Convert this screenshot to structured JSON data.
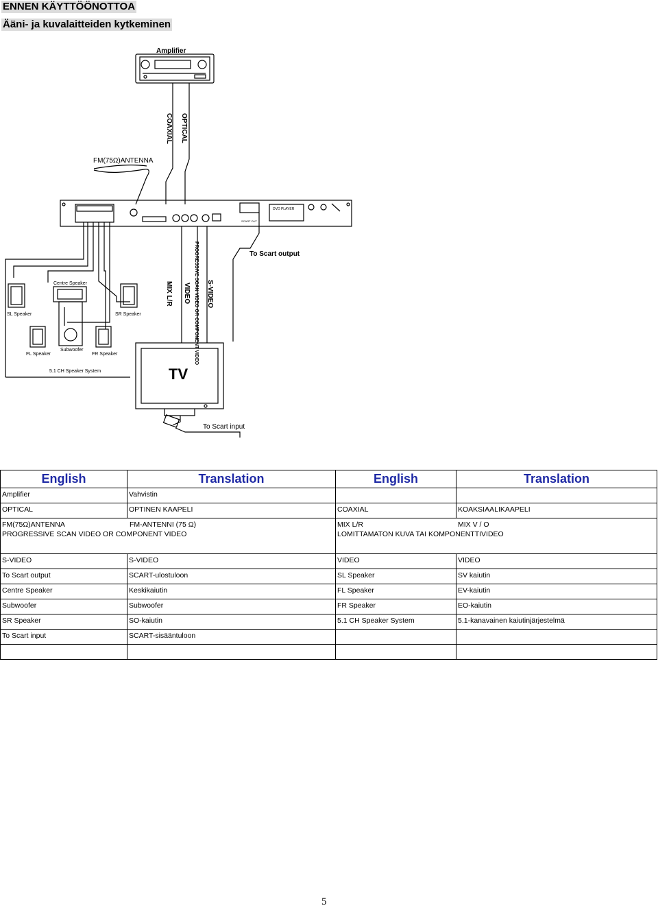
{
  "page": {
    "heading": "ENNEN KÄYTTÖÖNOTTOA",
    "subheading": "Ääni- ja kuvalaitteiden kytkeminen",
    "page_number": "5"
  },
  "diagram": {
    "amplifier": "Amplifier",
    "coaxial": "COAXIAL",
    "optical": "OPTICAL",
    "fm_antenna": "FM(75Ω)ANTENNA",
    "dvd_player": "DVD PLAYER",
    "scart_out_label": "SCART OUT",
    "to_scart_output": "To Scart output",
    "progressive": "PROGRESSIVE SCAN VIDEO OR COMPONENT VIDEO",
    "s_video": "S-VIDEO",
    "video": "VIDEO",
    "mix_lr": "MIX L/R",
    "centre_speaker": "Centre Speaker",
    "sl_speaker": "SL Speaker",
    "sr_speaker": "SR Speaker",
    "fl_speaker": "FL Speaker",
    "fr_speaker": "FR Speaker",
    "subwoofer": "Subwoofer",
    "system": "5.1 CH Speaker System",
    "tv": "TV",
    "to_scart_input": "To Scart input"
  },
  "table": {
    "headers": [
      "English",
      "Translation",
      "English",
      "Translation"
    ],
    "rows": [
      [
        "Amplifier",
        "Vahvistin",
        "",
        ""
      ],
      [
        "OPTICAL",
        "OPTINEN KAAPELI",
        "COAXIAL",
        "KOAKSIAALIKAAPELI"
      ],
      [
        "FM(75Ω)ANTENNA",
        "FM-ANTENNI (75 Ω)",
        "MIX L/R",
        "MIX V / O"
      ],
      [
        "S-VIDEO",
        "S-VIDEO",
        "VIDEO",
        "VIDEO"
      ],
      [
        "To Scart output",
        "SCART-ulostuloon",
        "SL Speaker",
        "SV kaiutin"
      ],
      [
        "Centre Speaker",
        "Keskikaiutin",
        "FL Speaker",
        "EV-kaiutin"
      ],
      [
        "Subwoofer",
        "Subwoofer",
        "FR Speaker",
        "EO-kaiutin"
      ],
      [
        "SR Speaker",
        "SO-kaiutin",
        "5.1 CH Speaker System",
        "5.1-kanavainen kaiutinjärjestelmä"
      ],
      [
        "To Scart input",
        "SCART-sisääntuloon",
        "",
        ""
      ]
    ],
    "progressive_en": "PROGRESSIVE SCAN VIDEO OR COMPONENT VIDEO",
    "progressive_fi": "LOMITTAMATON KUVA TAI KOMPONENTTIVIDEO"
  }
}
